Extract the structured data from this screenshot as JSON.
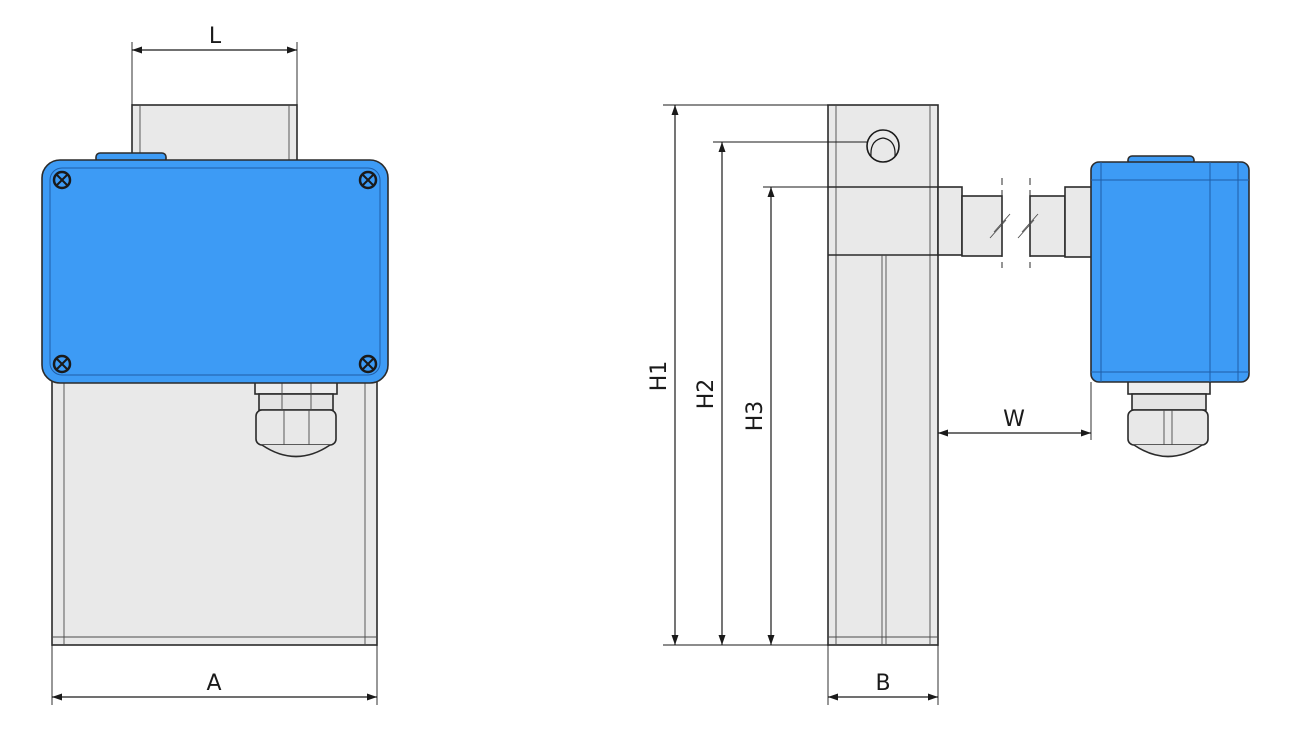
{
  "dimensions": {
    "L": "L",
    "A": "A",
    "H1": "H1",
    "H2": "H2",
    "H3": "H3",
    "W": "W",
    "B": "B"
  },
  "colors": {
    "housing_blue": "#3d9bf5",
    "body_grey": "#e9e9e9",
    "line": "#2b2b2b"
  }
}
